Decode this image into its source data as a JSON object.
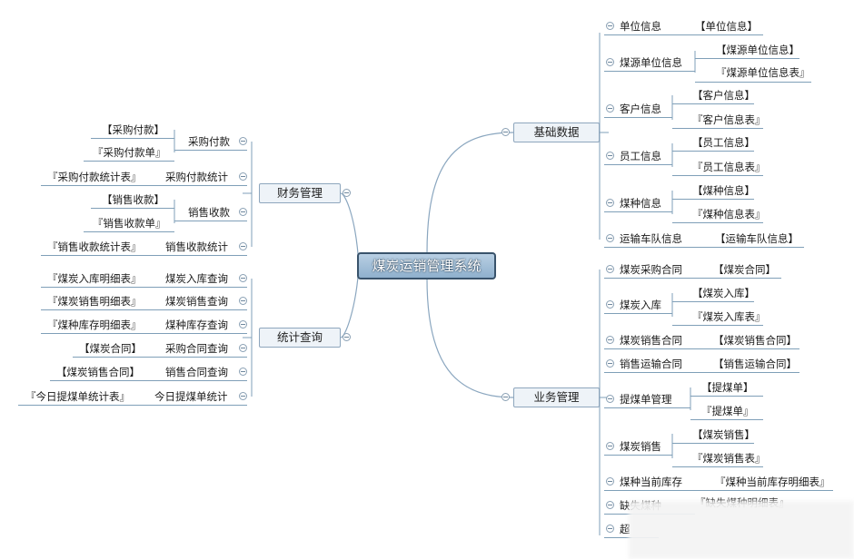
{
  "root": {
    "label": "煤炭运销管理系统"
  },
  "branches": {
    "basic": "基础数据",
    "business": "业务管理",
    "finance": "财务管理",
    "stats": "统计查询"
  },
  "basic": {
    "unit_info": "单位信息",
    "unit_info_leaf": "【单位信息】",
    "coal_source_unit": "煤源单位信息",
    "coal_source_unit_leaf1": "【煤源单位信息】",
    "coal_source_unit_leaf2": "『煤源单位信息表』",
    "customer": "客户信息",
    "customer_leaf1": "【客户信息】",
    "customer_leaf2": "『客户信息表』",
    "employee": "员工信息",
    "employee_leaf1": "【员工信息】",
    "employee_leaf2": "『员工信息表』",
    "coal_type": "煤种信息",
    "coal_type_leaf1": "【煤种信息】",
    "coal_type_leaf2": "『煤种信息表』",
    "fleet": "运输车队信息",
    "fleet_leaf": "【运输车队信息】"
  },
  "business": {
    "purchase_contract": "煤炭采购合同",
    "purchase_contract_leaf": "【煤炭合同】",
    "coal_in": "煤炭入库",
    "coal_in_leaf1": "【煤炭入库】",
    "coal_in_leaf2": "『煤炭入库表』",
    "sales_contract": "煤炭销售合同",
    "sales_contract_leaf": "【煤炭销售合同】",
    "transport_contract": "销售运输合同",
    "transport_contract_leaf": "【销售运输合同】",
    "pickup_mgmt": "提煤单管理",
    "pickup_leaf1": "【提煤单】",
    "pickup_leaf2": "『提煤单』",
    "coal_sales": "煤炭销售",
    "coal_sales_leaf1": "【煤炭销售】",
    "coal_sales_leaf2": "『煤炭销售表』",
    "current_stock": "煤种当前库存",
    "current_stock_leaf": "『煤种当前库存明细表』",
    "partial1": "缺失煤种",
    "partial1_leaf": "『缺失煤种明细表』",
    "partial2": "超"
  },
  "finance": {
    "purchase_pay": "采购付款",
    "purchase_pay_leaf1": "【采购付款】",
    "purchase_pay_leaf2": "『采购付款单』",
    "purchase_pay_stats": "采购付款统计",
    "purchase_pay_stats_leaf": "『采购付款统计表』",
    "sales_receipt": "销售收款",
    "sales_receipt_leaf1": "【销售收款】",
    "sales_receipt_leaf2": "『销售收款单』",
    "sales_receipt_stats": "销售收款统计",
    "sales_receipt_stats_leaf": "『销售收款统计表』"
  },
  "stats": {
    "coal_in_query": "煤炭入库查询",
    "coal_in_query_leaf": "『煤炭入库明细表』",
    "coal_sales_query": "煤炭销售查询",
    "coal_sales_query_leaf": "『煤炭销售明细表』",
    "stock_query": "煤种库存查询",
    "stock_query_leaf": "『煤种库存明细表』",
    "purchase_contract_query": "采购合同查询",
    "purchase_contract_query_leaf": "【煤炭合同】",
    "sales_contract_query": "销售合同查询",
    "sales_contract_query_leaf": "【煤炭销售合同】",
    "today_pickup_stats": "今日提煤单统计",
    "today_pickup_stats_leaf": "『今日提煤单统计表』"
  },
  "colors": {
    "line": "#8aa6bf",
    "root_fill": "#9fbbd6",
    "root_border": "#39536b",
    "branch_fill": "#eef3f8"
  }
}
